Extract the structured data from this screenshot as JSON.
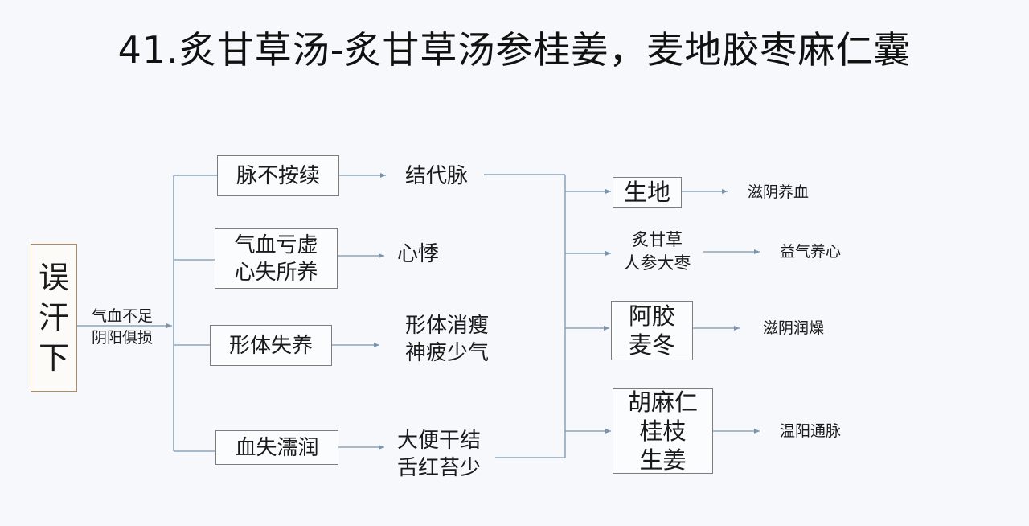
{
  "title": "41.炙甘草汤-炙甘草汤参桂姜，麦地胶枣麻仁囊",
  "cause": "误\n汗\n下",
  "mechanism": "气血不足\n阴阳俱损",
  "symptoms": [
    {
      "pathology": "脉不按续",
      "manifestation": "结代脉"
    },
    {
      "pathology": "气血亏虚\n心失所养",
      "manifestation": "心悸"
    },
    {
      "pathology": "形体失养",
      "manifestation": "形体消瘦\n神疲少气"
    },
    {
      "pathology": "血失濡润",
      "manifestation": "大便干结\n舌红苔少"
    }
  ],
  "herbs": [
    {
      "herb": "生地",
      "effect": "滋阴养血"
    },
    {
      "herb": "炙甘草\n人参大枣",
      "effect": "益气养心"
    },
    {
      "herb": "阿胶\n麦冬",
      "effect": "滋阴润燥"
    },
    {
      "herb": "胡麻仁\n桂枝\n生姜",
      "effect": "温阳通脉"
    }
  ],
  "colors": {
    "line": "#7a93ad",
    "box_border": "#7d7d7d",
    "cause_border": "#b08c5a"
  }
}
